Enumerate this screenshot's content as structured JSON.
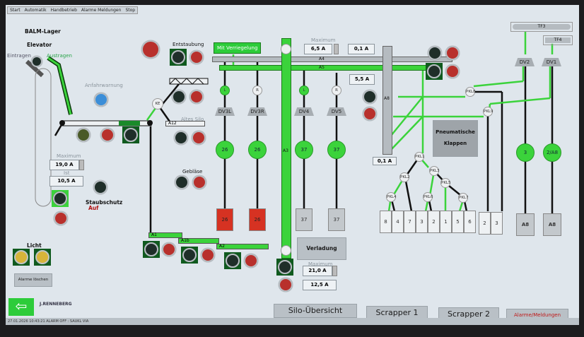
{
  "menu": [
    "Start",
    "Automatik",
    "Handbetrieb",
    "Alarme Meldungen",
    "Stop"
  ],
  "titles": {
    "lager": "BALM-Lager",
    "elevator": "Elevator",
    "eintragen": "Eintragen",
    "austragen": "Austragen",
    "anfahrwarnung": "Anfahrwarnung",
    "entstaubung": "Entstaubung",
    "altes_silo": "Altes Silo",
    "geblaese": "Gebläse",
    "staubschutz": "Staubschutz",
    "staubschutz_state": "Auf",
    "licht": "Licht",
    "verriegelung": "Mit Verriegelung"
  },
  "elevator_current": {
    "max_label": "Maximum",
    "max": "19,0 A",
    "ist_label": "Ist",
    "ist": "10,5 A"
  },
  "a3_current": {
    "max_label": "Maximum",
    "max": "6,5 A",
    "ist": "0,1 A",
    "a5": "5,5 A"
  },
  "a8_current": "0,1 A",
  "verladung": {
    "label": "Verladung",
    "max_label": "Maximum",
    "max": "21,0 A",
    "ist": "12,5 A"
  },
  "conveyors": {
    "a1": "A1",
    "a1b": "A1b",
    "a2": "A2",
    "a3": "A3",
    "a4": "A4",
    "a5": "A5",
    "a8": "A8",
    "a12": "A12",
    "ke": "KE",
    "tf3": "TF3",
    "tf4": "TF4"
  },
  "diverters": [
    {
      "id": "DV3L",
      "pos": "L",
      "target": "26",
      "silo": "26",
      "alarm": true
    },
    {
      "id": "DV3R",
      "pos": "R",
      "target": "26",
      "silo": "26",
      "alarm": true
    },
    {
      "id": "DV4",
      "pos": "L",
      "target": "37",
      "silo": "37",
      "alarm": false
    },
    {
      "id": "DV5",
      "pos": "R",
      "target": "37",
      "silo": "37",
      "alarm": false
    }
  ],
  "right_diverters": [
    {
      "id": "DV2",
      "target": "3",
      "silo": "A8"
    },
    {
      "id": "DV1",
      "target": "2/A8",
      "silo": "A8"
    }
  ],
  "pneumatic": {
    "label1": "Pneumatische",
    "label2": "Klappen",
    "nodes": [
      "PKL1",
      "PKL2",
      "PKL3",
      "PKL4",
      "PKL5",
      "PKL6",
      "PKL7",
      "PKL8",
      "PKL9"
    ]
  },
  "silo_cells": [
    {
      "n": "8",
      "alarm": false
    },
    {
      "n": "4",
      "alarm": true
    },
    {
      "n": "7",
      "alarm": false
    },
    {
      "n": "3",
      "alarm": false
    },
    {
      "n": "2",
      "alarm": false
    },
    {
      "n": "1",
      "alarm": false
    },
    {
      "n": "5",
      "alarm": false
    },
    {
      "n": "6",
      "alarm": false
    }
  ],
  "silo_cells2": [
    "2",
    "3"
  ],
  "buttons": {
    "alarme_loeschen": "Alarme löschen",
    "silo": "Silo-Übersicht",
    "scrapper1": "Scrapper 1",
    "scrapper2": "Scrapper 2",
    "alarme": "Alarme/Meldungen"
  },
  "logo": "J.RENNEBERG",
  "status": "27.01.2026 10:43:21 ALARM OFF : SAUKL VIA",
  "colors": {
    "active": "#3bd33b",
    "alarm": "#d63222",
    "stop": "#b8302c"
  }
}
